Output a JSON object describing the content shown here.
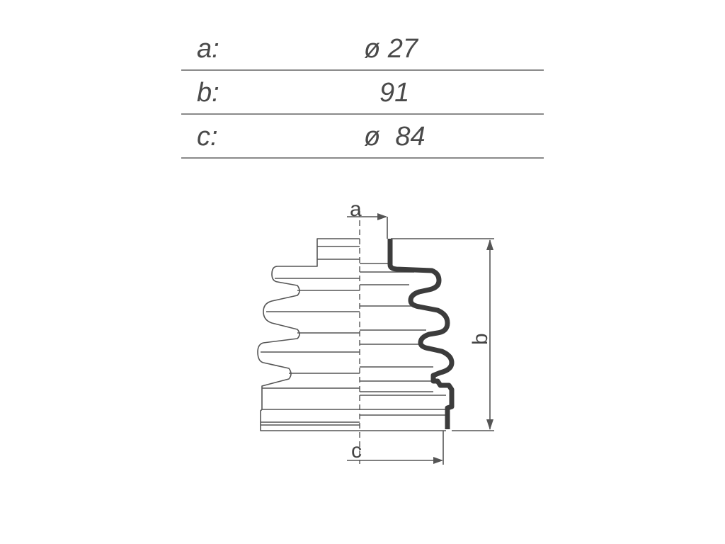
{
  "specs": [
    {
      "label": "a:",
      "value": "ø 27"
    },
    {
      "label": "b:",
      "value": "91"
    },
    {
      "label": "c:",
      "value": "ø  84"
    }
  ],
  "diagram": {
    "label_a": "a",
    "label_b": "b",
    "label_c": "c",
    "line_color": "#555555",
    "wall_color": "#3c3c3c"
  }
}
